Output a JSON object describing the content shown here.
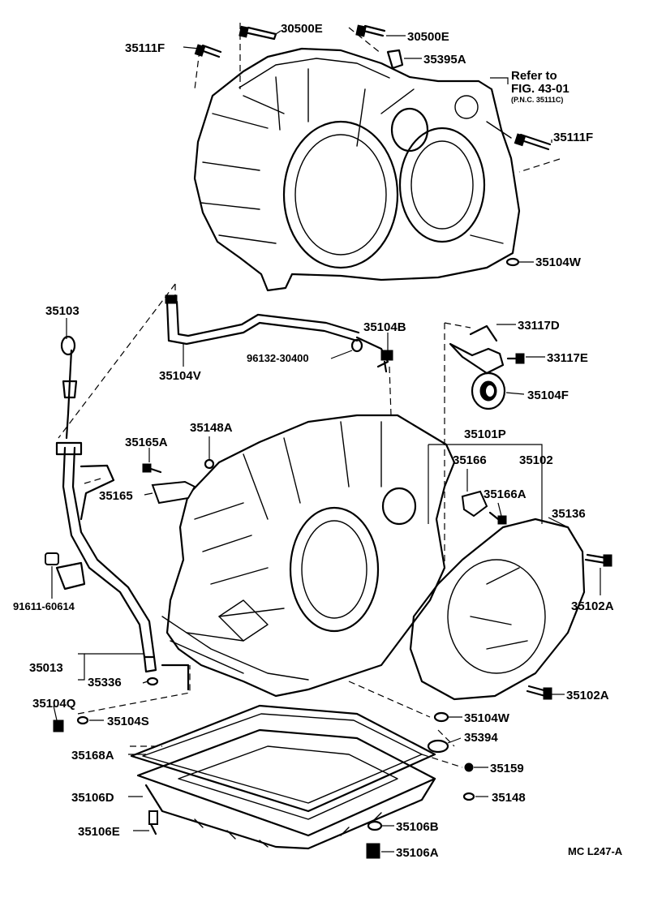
{
  "figure_code": "MC L247-A",
  "refer_note": {
    "line1": "Refer to",
    "line2": "FIG. 43-01",
    "line3": "(P.N.C. 35111C)"
  },
  "labels": {
    "p30500E_a": "30500E",
    "p30500E_b": "30500E",
    "p35111F_a": "35111F",
    "p35395A": "35395A",
    "p35111F_b": "35111F",
    "p35104W_a": "35104W",
    "p35103": "35103",
    "p35104B": "35104B",
    "p33117D": "33117D",
    "p96132": "96132-30400",
    "p33117E": "33117E",
    "p35104V": "35104V",
    "p35104F": "35104F",
    "p35148A": "35148A",
    "p35101P": "35101P",
    "p35165A": "35165A",
    "p35166": "35166",
    "p35102": "35102",
    "p35165": "35165",
    "p35166A": "35166A",
    "p35136": "35136",
    "p91611": "91611-60614",
    "p35102A_a": "35102A",
    "p35013": "35013",
    "p35336": "35336",
    "p35102A_b": "35102A",
    "p35104Q": "35104Q",
    "p35104W_b": "35104W",
    "p35104S": "35104S",
    "p35394": "35394",
    "p35168A": "35168A",
    "p35159": "35159",
    "p35106D": "35106D",
    "p35148": "35148",
    "p35106E": "35106E",
    "p35106B": "35106B",
    "p35106A": "35106A"
  }
}
